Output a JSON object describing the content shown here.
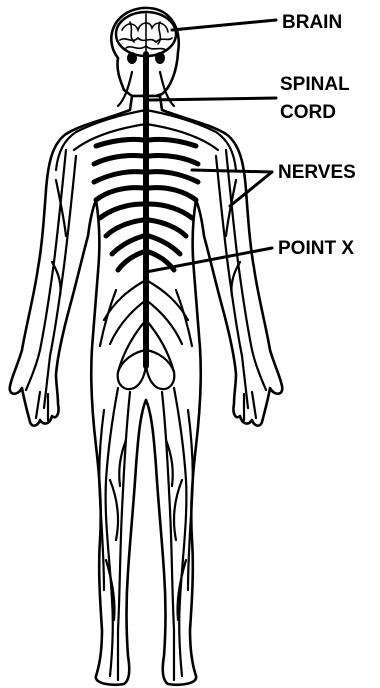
{
  "labels": {
    "brain": "BRAIN",
    "spinal_cord_line1": "SPINAL",
    "spinal_cord_line2": "CORD",
    "nerves": "NERVES",
    "point_x": "POINT X"
  },
  "colors": {
    "ink": "#000000",
    "background": "#ffffff"
  }
}
